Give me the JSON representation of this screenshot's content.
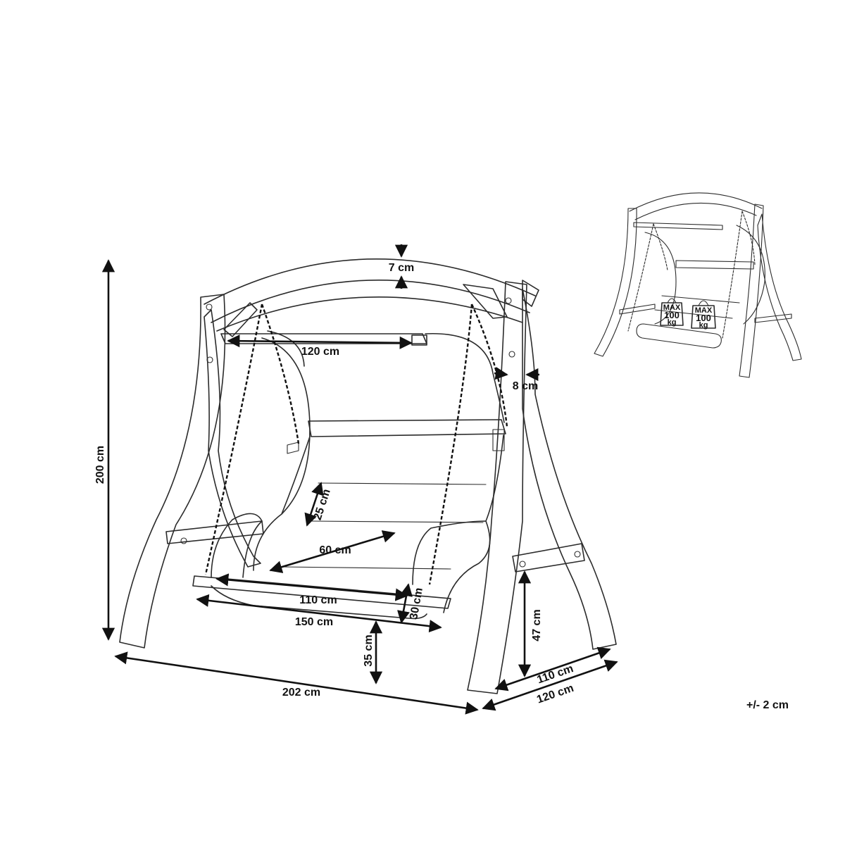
{
  "dimensions": {
    "overall_height": "200 cm",
    "beam_thickness": "7 cm",
    "beam_span": "120 cm",
    "post_thickness": "8 cm",
    "backrest_height": "25 cm",
    "seat_depth": "60 cm",
    "seat_inner_width": "110 cm",
    "seat_outer_width": "150 cm",
    "seat_base_height": "30 cm",
    "seat_ground_clearance": "35 cm",
    "crossbar_height": "47 cm",
    "overall_width": "202 cm",
    "base_depth_inner": "110 cm",
    "base_depth_outer": "120 cm"
  },
  "tolerance": "+/- 2 cm",
  "weight_badges": [
    {
      "top": "MAX",
      "value": "100",
      "unit": "kg"
    },
    {
      "value": "100",
      "unit": "kg"
    }
  ],
  "weight_badge_second_top": "MAX",
  "colors": {
    "line": "#2b2b2b",
    "dimension": "#111111",
    "background": "#ffffff"
  }
}
